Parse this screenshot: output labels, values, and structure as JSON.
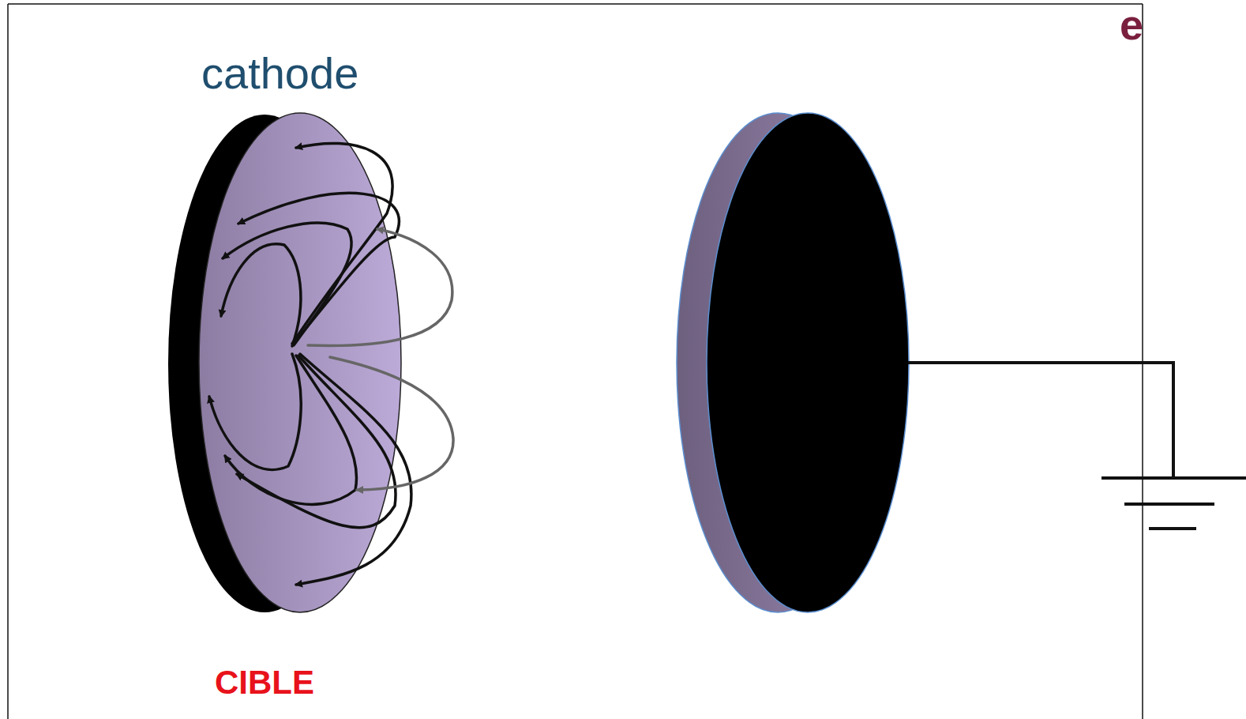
{
  "diagram": {
    "labels": [
      "cathode",
      "CIBLE",
      "e"
    ]
  }
}
